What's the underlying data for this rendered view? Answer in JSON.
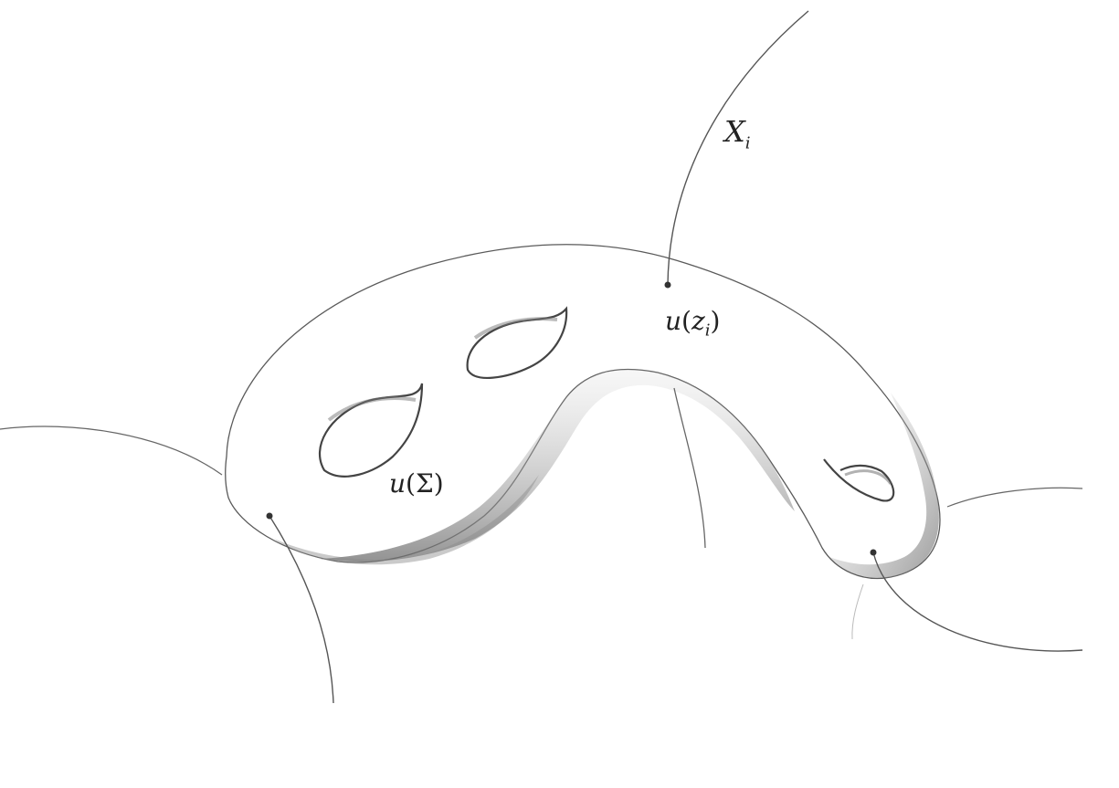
{
  "labels": {
    "curve_name": {
      "main": "X",
      "sub": "i"
    },
    "marked_point": {
      "func": "u",
      "open": "(",
      "arg": "z",
      "sub": "i",
      "close": ")"
    },
    "surface_image": {
      "func": "u",
      "open": "(",
      "arg": "Σ",
      "close": ")"
    }
  },
  "colors": {
    "pencil": "#555555",
    "shade_dark": "#6f6f6f",
    "shade_light": "#bdbdbd",
    "background": "#ffffff"
  }
}
